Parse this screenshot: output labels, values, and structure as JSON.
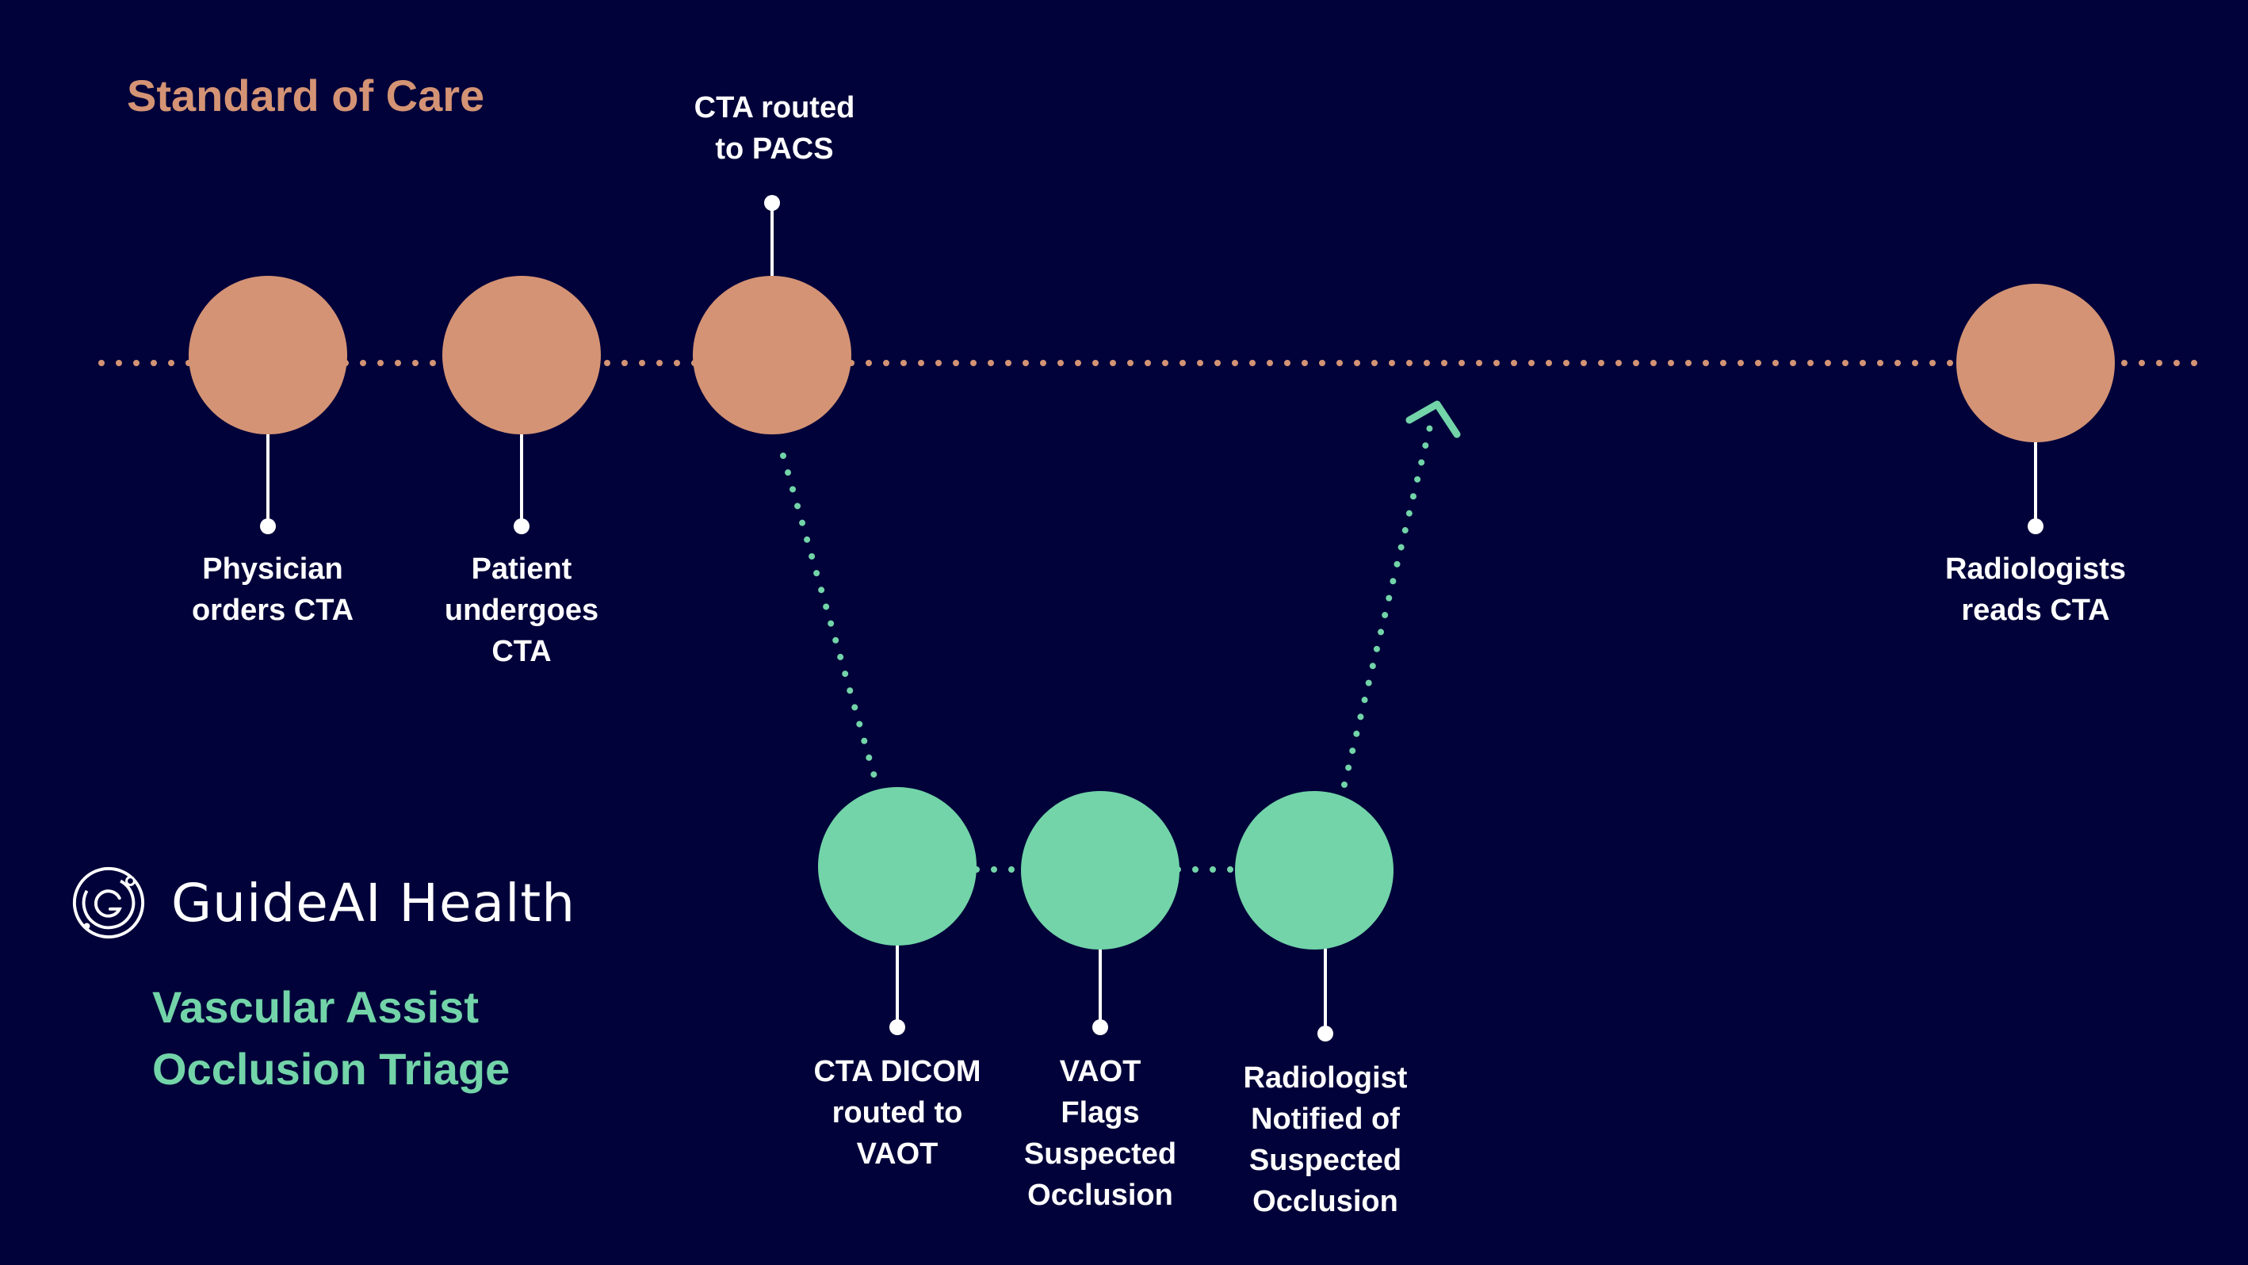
{
  "colors": {
    "background": "#01023a",
    "standard_of_care": "#d49374",
    "vascular_assist": "#72d4a8",
    "label": "#ffffff"
  },
  "standard_of_care": {
    "title": "Standard of Care",
    "steps": [
      {
        "label": "Physician\norders CTA"
      },
      {
        "label": "Patient\nundergoes\nCTA"
      },
      {
        "label": "CTA routed\nto PACS"
      },
      {
        "label": "Radiologists\nreads CTA"
      }
    ]
  },
  "vascular_assist": {
    "title": "Vascular Assist\nOcclusion Triage",
    "steps": [
      {
        "label": "CTA DICOM\nrouted to\nVAOT"
      },
      {
        "label": "VAOT\nFlags\nSuspected\nOcclusion"
      },
      {
        "label": "Radiologist\nNotified of\nSuspected\nOcclusion"
      }
    ]
  },
  "brand": {
    "name": "GuideAI Health",
    "icon": "guideai-logo-icon"
  }
}
